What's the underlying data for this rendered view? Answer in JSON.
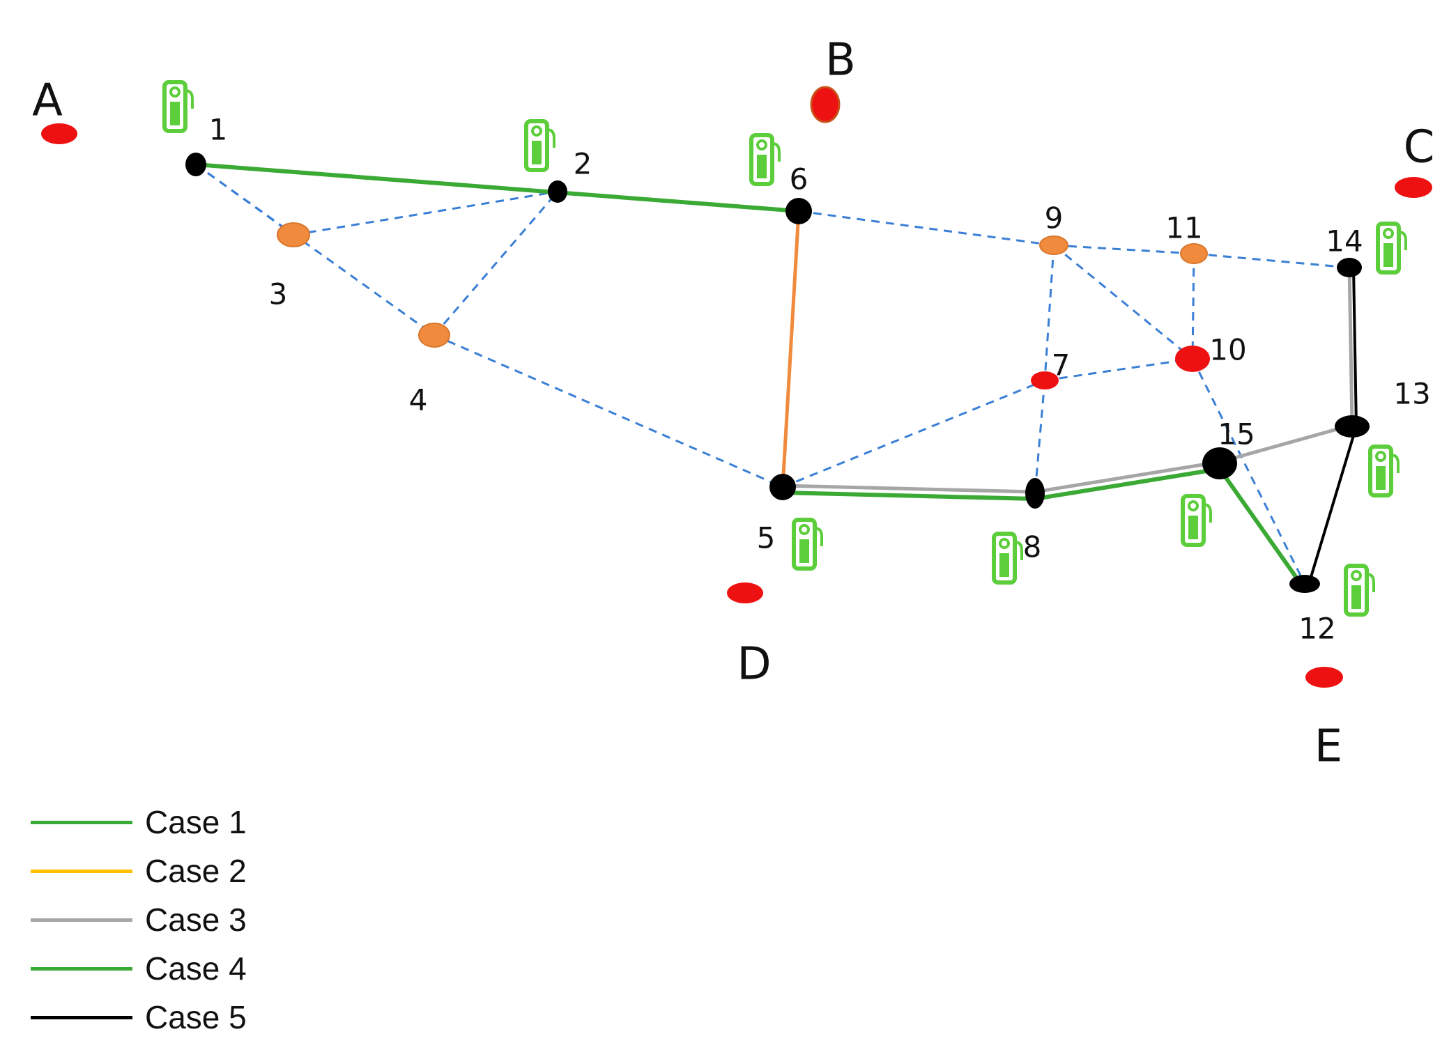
{
  "diagram": {
    "places": [
      {
        "id": "A",
        "label": "A"
      },
      {
        "id": "B",
        "label": "B"
      },
      {
        "id": "C",
        "label": "C"
      },
      {
        "id": "D",
        "label": "D"
      },
      {
        "id": "E",
        "label": "E"
      }
    ],
    "nodes": [
      {
        "id": "1",
        "label": "1",
        "kind": "black",
        "charger": true
      },
      {
        "id": "2",
        "label": "2",
        "kind": "black",
        "charger": true
      },
      {
        "id": "3",
        "label": "3",
        "kind": "orange",
        "charger": false
      },
      {
        "id": "4",
        "label": "4",
        "kind": "orange",
        "charger": false
      },
      {
        "id": "5",
        "label": "5",
        "kind": "black",
        "charger": true
      },
      {
        "id": "6",
        "label": "6",
        "kind": "black",
        "charger": true
      },
      {
        "id": "7",
        "label": "7",
        "kind": "red",
        "charger": false
      },
      {
        "id": "8",
        "label": "8",
        "kind": "black",
        "charger": true
      },
      {
        "id": "9",
        "label": "9",
        "kind": "orange",
        "charger": false
      },
      {
        "id": "10",
        "label": "10",
        "kind": "red",
        "charger": false
      },
      {
        "id": "11",
        "label": "11",
        "kind": "orange",
        "charger": false
      },
      {
        "id": "12",
        "label": "12",
        "kind": "black",
        "charger": true
      },
      {
        "id": "13",
        "label": "13",
        "kind": "black",
        "charger": true
      },
      {
        "id": "14",
        "label": "14",
        "kind": "black",
        "charger": true
      },
      {
        "id": "15",
        "label": "15",
        "kind": "black",
        "charger": true
      }
    ],
    "dashed_edges": [
      [
        "1",
        "2"
      ],
      [
        "2",
        "6"
      ],
      [
        "1",
        "3"
      ],
      [
        "3",
        "2"
      ],
      [
        "1",
        "4"
      ],
      [
        "4",
        "2"
      ],
      [
        "4",
        "5"
      ],
      [
        "6",
        "9"
      ],
      [
        "9",
        "11"
      ],
      [
        "11",
        "14"
      ],
      [
        "9",
        "7"
      ],
      [
        "9",
        "10"
      ],
      [
        "11",
        "10"
      ],
      [
        "7",
        "10"
      ],
      [
        "5",
        "7"
      ],
      [
        "7",
        "8"
      ],
      [
        "10",
        "12"
      ]
    ],
    "route_edges": [
      {
        "case": "case4",
        "from": "1",
        "to": "6"
      },
      {
        "case": "case2",
        "from": "6",
        "to": "5"
      },
      {
        "case": "case3",
        "from": "5",
        "to": "8"
      },
      {
        "case": "case3",
        "from": "8",
        "to": "15"
      },
      {
        "case": "case3",
        "from": "15",
        "to": "13"
      },
      {
        "case": "case3",
        "from": "13",
        "to": "14"
      },
      {
        "case": "case1",
        "from": "5",
        "to": "8"
      },
      {
        "case": "case1",
        "from": "8",
        "to": "15"
      },
      {
        "case": "case1",
        "from": "15",
        "to": "12"
      },
      {
        "case": "case5",
        "from": "12",
        "to": "13"
      },
      {
        "case": "case5",
        "from": "13",
        "to": "14"
      }
    ],
    "colors": {
      "dashed_edge": "#3a7fd5",
      "node_black": "#000000",
      "node_orange": "#f08a3c",
      "node_red": "#ee1111",
      "place": "#ee1111",
      "place_stroke": "#c8501a",
      "charger": "#5ccd3b",
      "case2_route_drawn": "#f08a3c"
    }
  },
  "legend": {
    "items": [
      {
        "key": "case1",
        "label": "Case 1",
        "color": "#3aaa35"
      },
      {
        "key": "case2",
        "label": "Case 2",
        "color": "#ffc000"
      },
      {
        "key": "case3",
        "label": "Case 3",
        "color": "#a6a6a6"
      },
      {
        "key": "case4",
        "label": "Case 4",
        "color": "#3aaa35"
      },
      {
        "key": "case5",
        "label": "Case 5",
        "color": "#000000"
      }
    ]
  }
}
